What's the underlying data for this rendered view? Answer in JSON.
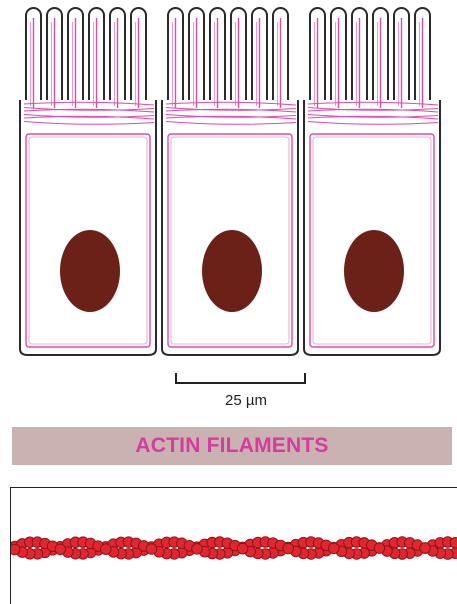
{
  "figure": {
    "cell_count": 3,
    "microvilli_per_cell": 6,
    "colors": {
      "outline": "#2a2a2a",
      "actin": "#e04aa8",
      "nucleus": "#6b2118",
      "banner_bg": "#cab2b2",
      "banner_text": "#d63b9e",
      "filament_bead": "#e0262f",
      "filament_bead_edge": "#8c1018"
    }
  },
  "scale_bar": {
    "label": "25 µm"
  },
  "banner": {
    "label": "ACTIN FILAMENTS"
  }
}
